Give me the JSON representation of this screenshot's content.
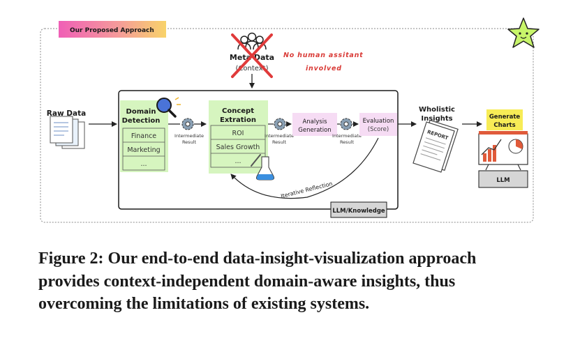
{
  "figure": {
    "approach_label": "Our Proposed Approach",
    "meta_data_title": "Meta Data",
    "meta_data_sub": "(Context)",
    "no_human_line1": "No human assitant",
    "no_human_line2": "involved",
    "raw_data": "Raw Data",
    "domain_detection": {
      "title_line1": "Domain",
      "title_line2": "Detection",
      "items": [
        "Finance",
        "Marketing",
        "..."
      ]
    },
    "intermediate_line1": "Intermediate",
    "intermediate_line2": "Result",
    "concept_extraction": {
      "title_line1": "Concept",
      "title_line2": "Extration",
      "items": [
        "ROI",
        "Sales Growth",
        "..."
      ]
    },
    "analysis_generation_line1": "Analysis",
    "analysis_generation_line2": "Generation",
    "evaluation_title": "Evaluation",
    "evaluation_sub": "(Score)",
    "iterative_reflection": "Iterative Reflection",
    "llm_knowledge": "LLM/Knowledge",
    "wholistic_line1": "Wholistic",
    "wholistic_line2": "Insights",
    "report_label": "REPORT",
    "generate_charts_line1": "Generate",
    "generate_charts_line2": "Charts",
    "llm": "LLM",
    "colors": {
      "green_box": "#d6f5bf",
      "pink_box": "#f6dcf4",
      "llm_gray": "#d6d6d6",
      "red_cross": "#e03a3a",
      "handwritten_red": "#d93a36",
      "star_fill": "#c8f56a",
      "charts_yellow": "#f7ec56"
    }
  },
  "caption": {
    "line1": "Figure 2: Our end-to-end data-insight-visualization approach",
    "line2": "provides context-independent domain-aware insights, thus",
    "line3": "overcoming the limitations of existing systems."
  }
}
